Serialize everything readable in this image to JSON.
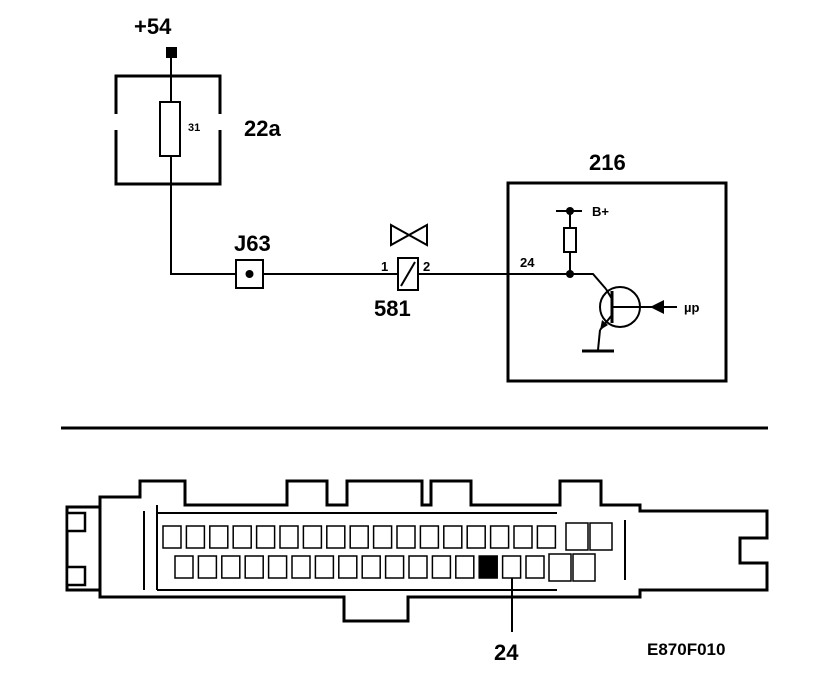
{
  "schematic": {
    "supply_label": "+54",
    "fuse_box_label": "22a",
    "fuse_number": "31",
    "connector_label": "J63",
    "valve_label": "581",
    "valve_pin_1": "1",
    "valve_pin_2": "2",
    "ecu_label": "216",
    "ecu_pin": "24",
    "ecu_supply_label": "B+",
    "ecu_input_label": "µp"
  },
  "connector_view": {
    "highlighted_pin_label": "24",
    "upper_row_cells": 17,
    "lower_row_cells": 16,
    "highlighted_lower_index": 13
  },
  "reference_code": "E870F010",
  "colors": {
    "line": "#000000",
    "background": "#ffffff"
  }
}
